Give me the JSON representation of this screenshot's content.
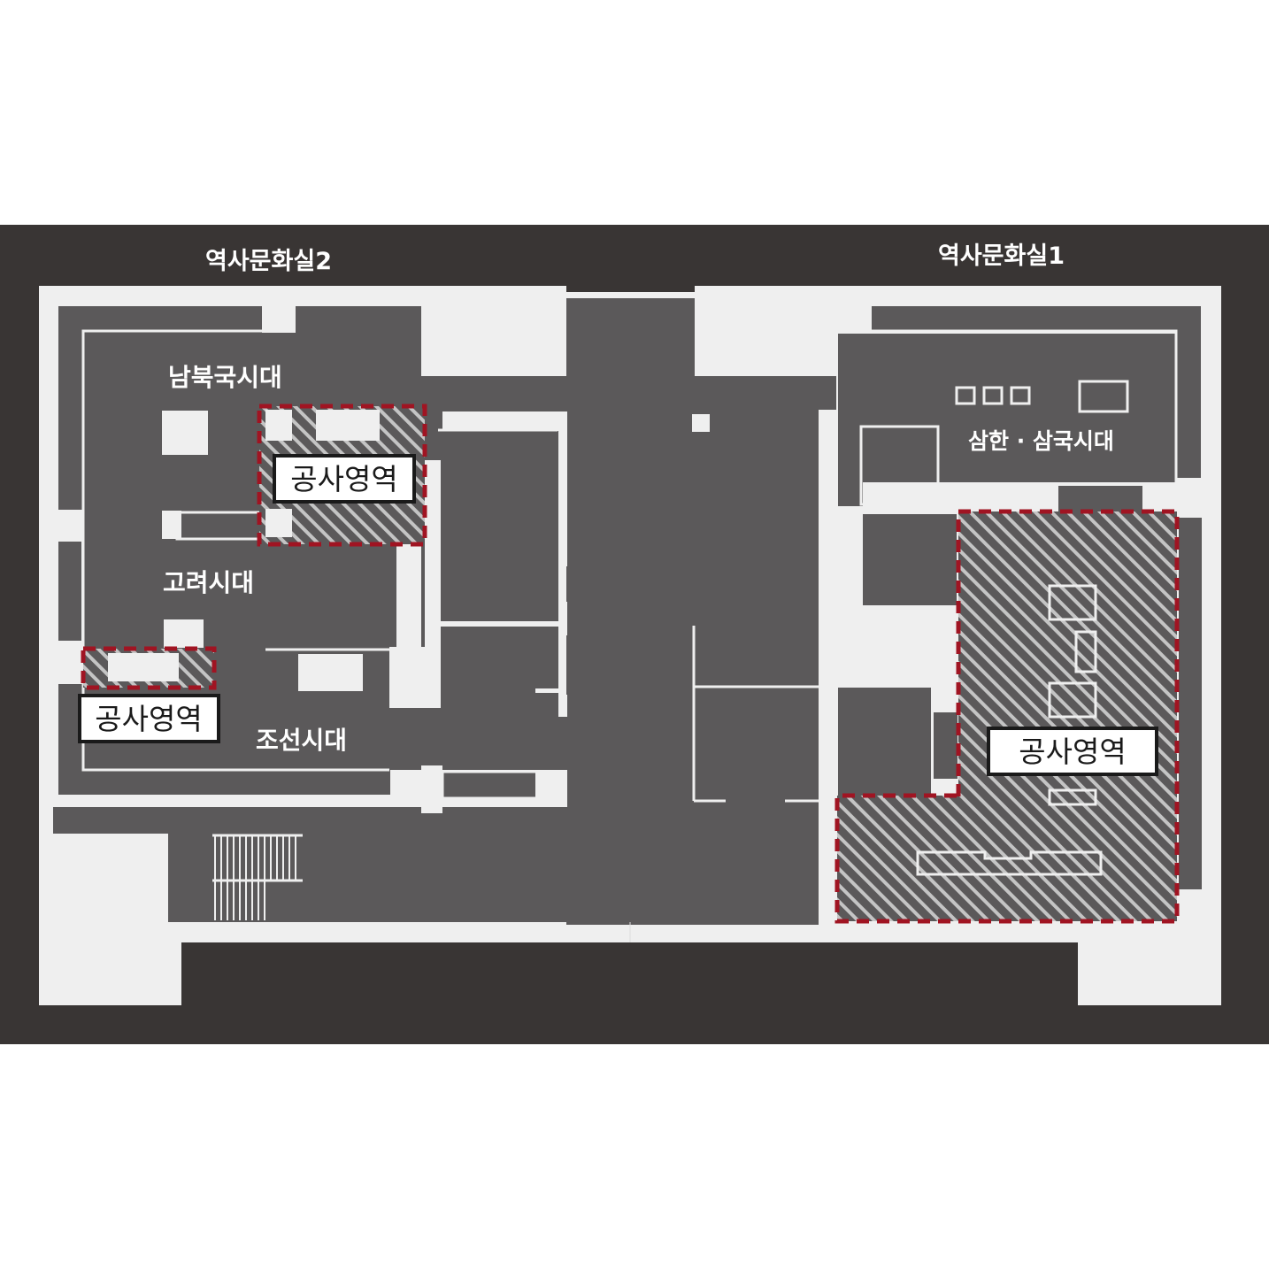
{
  "halls": {
    "hall2": "역사문화실2",
    "hall1": "역사문화실1"
  },
  "rooms": {
    "north_south": "남북국시대",
    "goryeo": "고려시대",
    "joseon": "조선시대",
    "samhan": "삼한 · 삼국시대"
  },
  "construction_label": "공사영역",
  "colors": {
    "outer": "#393534",
    "room": "#5b595a",
    "wall": "#efefef",
    "hatch": "#bfbfbf",
    "dash": "#a01422",
    "text": "#ffffff"
  }
}
